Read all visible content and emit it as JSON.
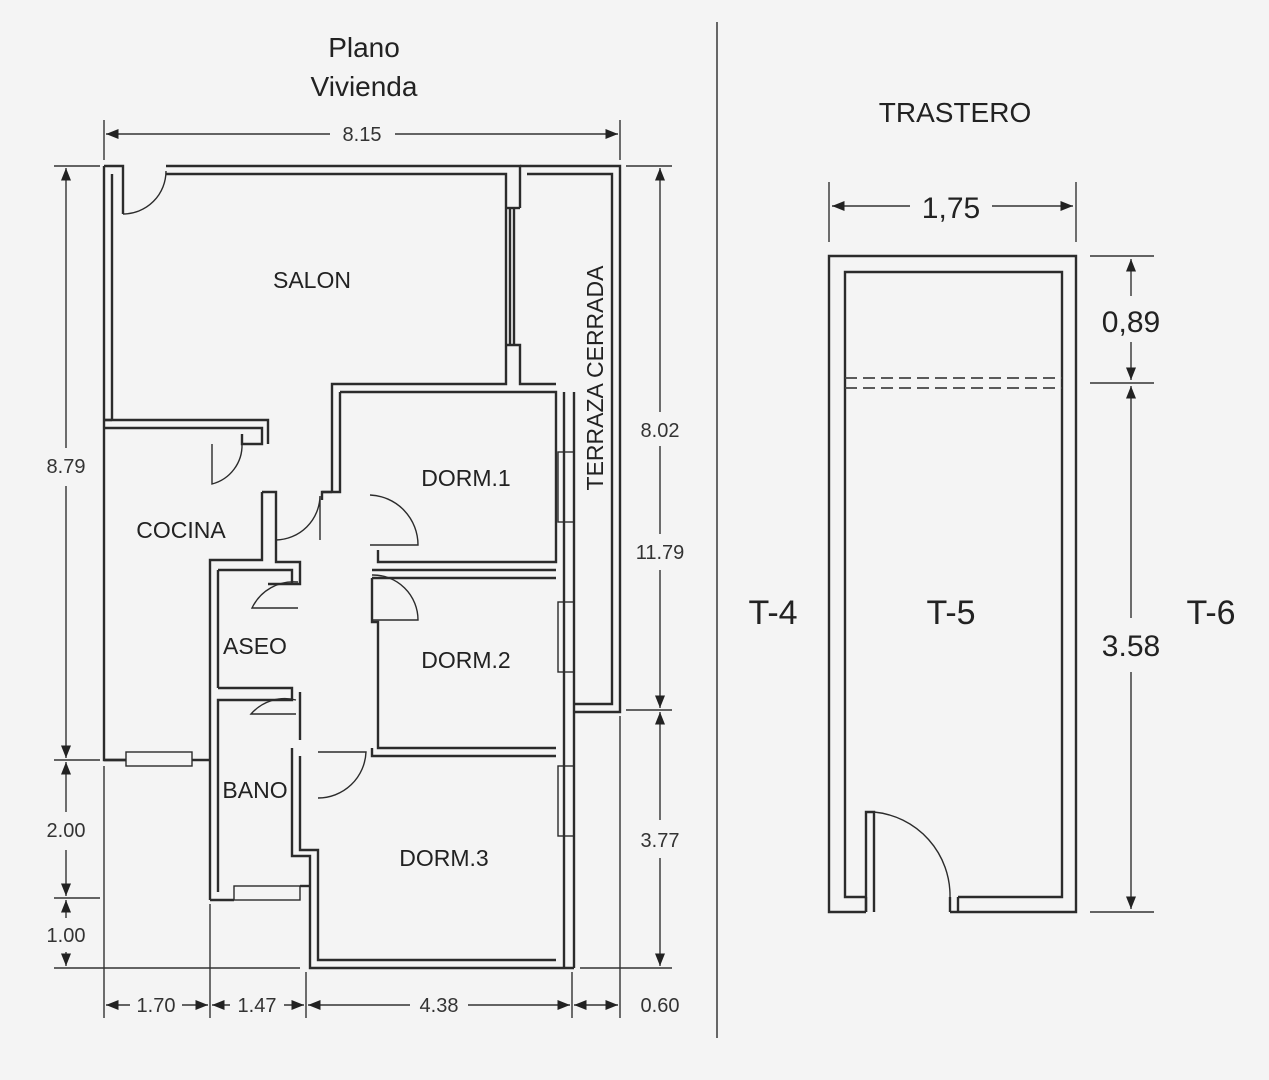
{
  "vivienda": {
    "title_line1": "Plano",
    "title_line2": "Vivienda",
    "rooms": {
      "salon": "SALON",
      "cocina": "COCINA",
      "dorm1": "DORM.1",
      "dorm2": "DORM.2",
      "dorm3": "DORM.3",
      "aseo": "ASEO",
      "bano": "BANO",
      "terraza": "TERRAZA CERRADA"
    },
    "dimensions": {
      "total_width": "8.15",
      "left_height": "8.79",
      "left_lower_1": "2.00",
      "left_lower_2": "1.00",
      "right_upper": "8.02",
      "right_total": "11.79",
      "right_lower": "3.77",
      "bottom_1": "1.70",
      "bottom_2": "1.47",
      "bottom_3": "4.38",
      "bottom_4": "0.60"
    }
  },
  "trastero": {
    "title": "TRASTERO",
    "width": "1,75",
    "upper_height": "0,89",
    "lower_height": "3.58",
    "unit_left": "T-4",
    "unit_center": "T-5",
    "unit_right": "T-6"
  }
}
